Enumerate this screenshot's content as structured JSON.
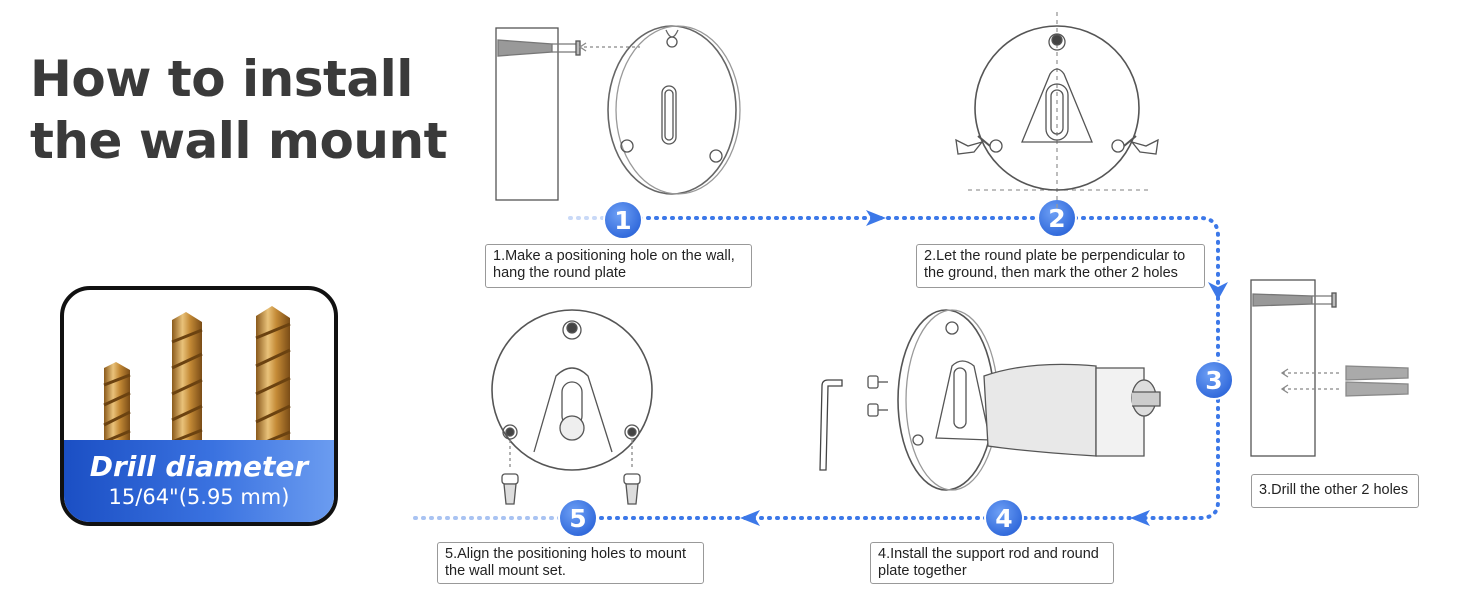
{
  "title": {
    "line1": "How to install",
    "line2": "the wall mount"
  },
  "drill": {
    "label": "Drill diameter",
    "size": "15/64\"(5.95 mm)"
  },
  "steps": [
    {
      "number": "1",
      "text": "1.Make a positioning hole on the wall, hang the round plate"
    },
    {
      "number": "2",
      "text": "2.Let the round plate be perpendicular to the ground, then mark the other 2 holes"
    },
    {
      "number": "3",
      "text": "3.Drill the other 2 holes"
    },
    {
      "number": "4",
      "text": "4.Install the support rod and round plate together"
    },
    {
      "number": "5",
      "text": "5.Align the positioning holes to mount the wall mount set."
    }
  ],
  "colors": {
    "accent_blue": "#2f6ee6",
    "badge_blue": "#3d7be8",
    "title_gray": "#3a3a3a"
  }
}
